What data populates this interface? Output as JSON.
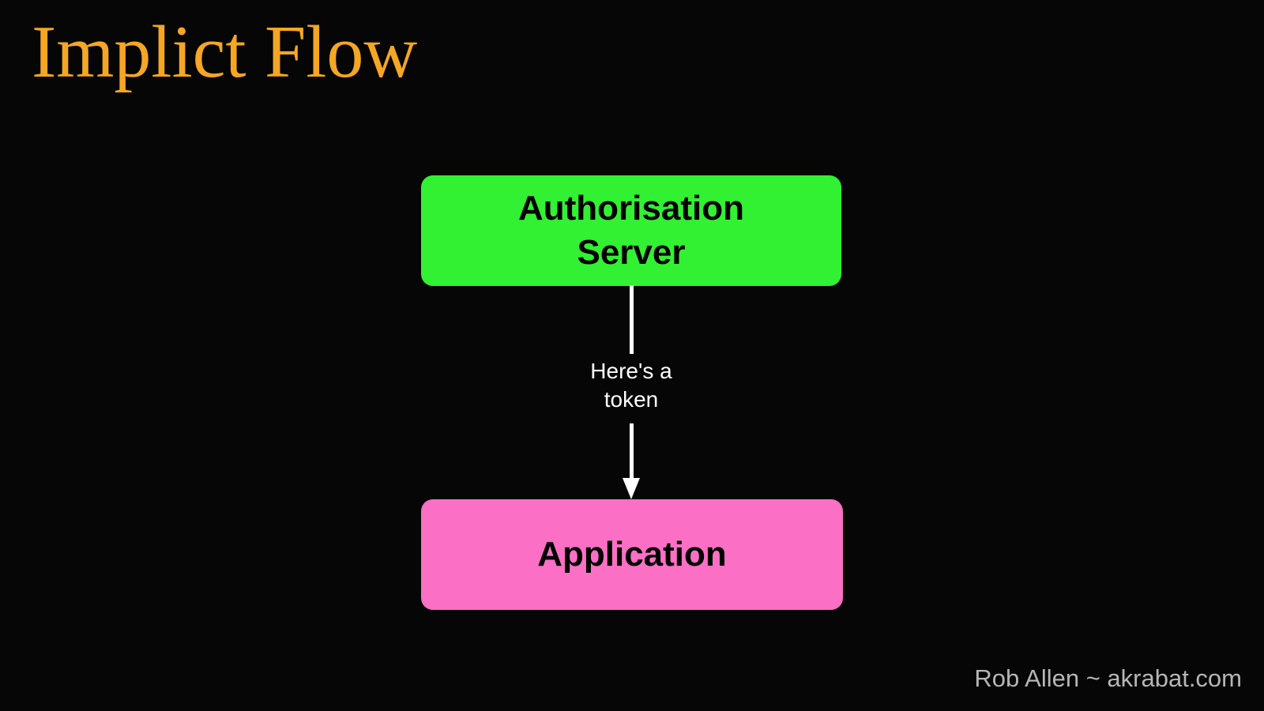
{
  "slide": {
    "title": "Implict Flow",
    "footer": "Rob Allen ~ akrabat.com"
  },
  "diagram": {
    "nodes": [
      {
        "id": "authorisation-server",
        "label": "Authorisation Server",
        "label_lines": [
          "Authorisation",
          "Server"
        ],
        "fill": "#32f032",
        "text_color": "#000000"
      },
      {
        "id": "application",
        "label": "Application",
        "label_lines": [
          "Application"
        ],
        "fill": "#fb6fc4",
        "text_color": "#000000"
      }
    ],
    "edges": [
      {
        "from": "authorisation-server",
        "to": "application",
        "label": "Here's a token",
        "label_lines": [
          "Here's a",
          "token"
        ],
        "color": "#ffffff",
        "arrow_icon": "triangle-down"
      }
    ]
  },
  "colors": {
    "background": "#060606",
    "title": "#f5a623",
    "footer": "#b6b6b8",
    "arrow": "#ffffff"
  }
}
